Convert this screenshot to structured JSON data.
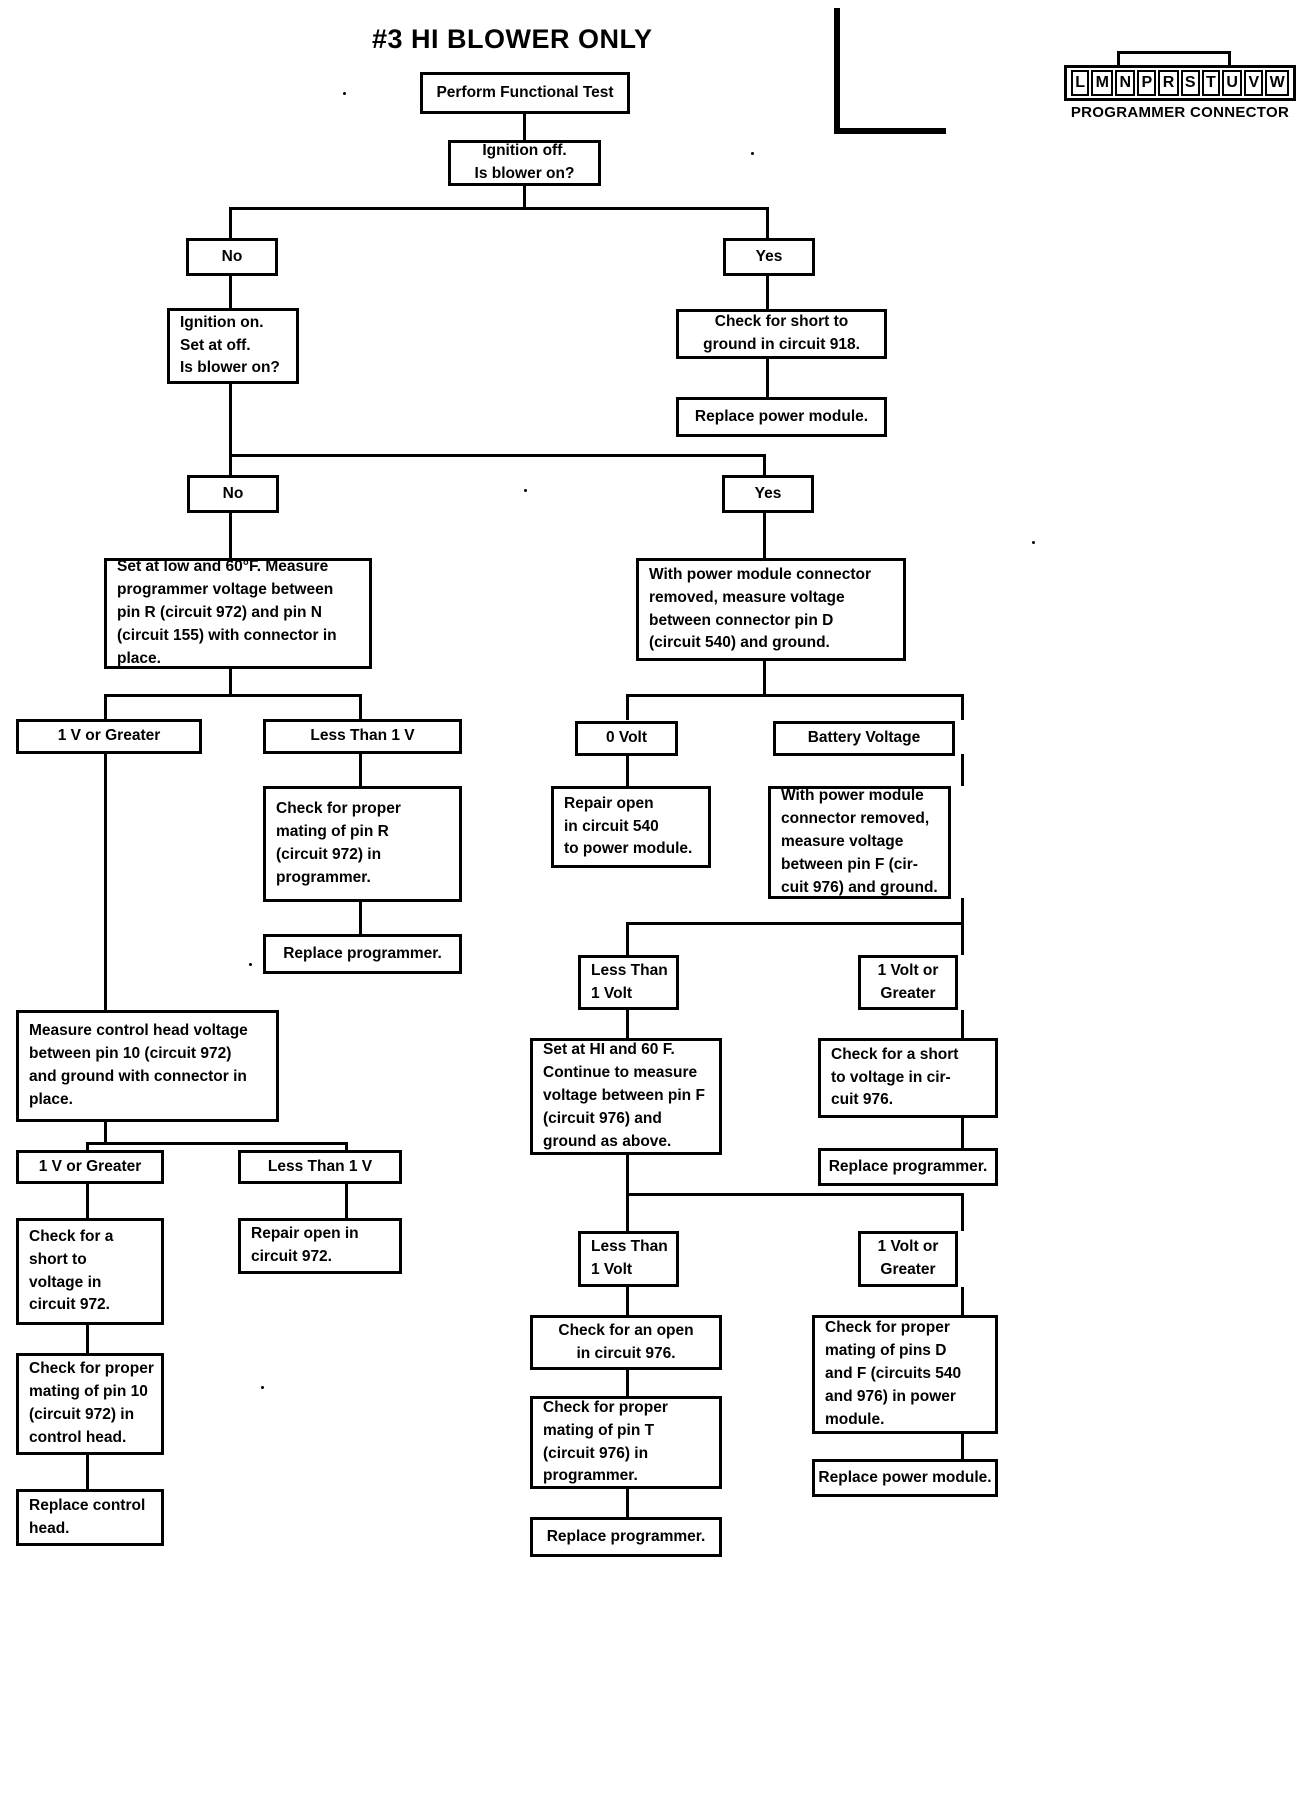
{
  "page": {
    "title": "#3 HI BLOWER ONLY"
  },
  "connector": {
    "label": "PROGRAMMER CONNECTOR",
    "pins": [
      "L",
      "M",
      "N",
      "P",
      "R",
      "S",
      "T",
      "U",
      "V",
      "W"
    ]
  },
  "nodes": {
    "perform_test": "Perform Functional Test",
    "ignition_off": "Ignition off.\nIs blower on?",
    "no_1": "No",
    "yes_1": "Yes",
    "check_short_918": "Check for short to\nground in circuit 918.",
    "replace_power_module_1": "Replace power module.",
    "ignition_on": "Ignition on.\nSet at off.\nIs blower on?",
    "no_2": "No",
    "yes_2": "Yes",
    "set_low_60": "Set at low and 60°F. Measure\nprogrammer voltage between\npin R (circuit 972) and pin N\n(circuit 155) with connector in\nplace.",
    "power_mod_removed_d": "With power module connector\nremoved, measure voltage\nbetween connector pin D\n(circuit 540) and ground.",
    "one_v_greater_1": "1 V or Greater",
    "less_than_1v_1": "Less Than 1 V",
    "zero_volt": "0 Volt",
    "battery_voltage": "Battery Voltage",
    "check_mating_pin_r": "Check for proper\nmating of pin R\n(circuit 972) in\nprogrammer.",
    "replace_programmer_1": "Replace programmer.",
    "repair_open_540": "Repair open\nin circuit 540\nto power module.",
    "power_mod_removed_f": "With power module\nconnector removed,\nmeasure voltage\nbetween pin F (cir-\ncuit 976) and ground.",
    "measure_control_head": "Measure control head voltage\nbetween pin 10 (circuit 972)\nand ground with connector in\nplace.",
    "less_than_1volt_a": "Less Than\n1 Volt",
    "one_volt_greater_a": "1 Volt or\nGreater",
    "check_short_976": "Check for a short\nto voltage in cir-\ncuit 976.",
    "replace_programmer_2": "Replace programmer.",
    "one_v_greater_2": "1 V or Greater",
    "less_than_1v_2": "Less Than 1 V",
    "set_hi_60": "Set at HI and 60 F.\nContinue to measure\nvoltage between pin F\n(circuit 976) and\nground as above.",
    "check_short_972": "Check for a\nshort to\nvoltage in\ncircuit 972.",
    "repair_open_972": "Repair open in\ncircuit 972.",
    "less_than_1volt_b": "Less Than\n1 Volt",
    "one_volt_greater_b": "1 Volt or\nGreater",
    "check_open_976": "Check for an open\nin circuit 976.",
    "check_mating_d_f": "Check for proper\nmating of pins D\nand F (circuits 540\nand 976) in power\nmodule.",
    "check_mating_pin_10": "Check for proper\nmating of pin 10\n(circuit 972) in\ncontrol head.",
    "check_mating_pin_t": "Check for proper\nmating of pin T\n(circuit 976) in\nprogrammer.",
    "replace_power_module_2": "Replace power module.",
    "replace_control_head": "Replace control\nhead.",
    "replace_programmer_3": "Replace programmer."
  }
}
